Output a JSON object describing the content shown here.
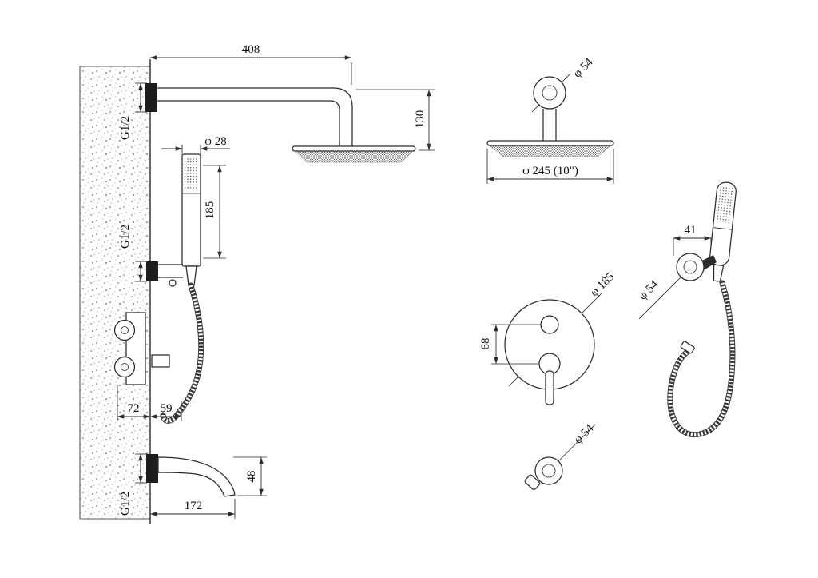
{
  "style": {
    "background": "#ffffff",
    "line_color": "#2b2b2b",
    "fill_dark": "#1d1d1d"
  },
  "labels": {
    "dim_408": "408",
    "dim_130": "130",
    "g12_arm": "G1/2",
    "dia_28": "φ 28",
    "dim_185": "185",
    "g12_bracket": "G1/2",
    "dim_72": "72",
    "dim_59": "59",
    "dim_48": "48",
    "dim_172": "172",
    "g12_spout": "G1/2",
    "dia_54_arm": "φ 54",
    "dia_245": "φ 245 (10\")",
    "dia_185": "φ 185",
    "dim_68": "68",
    "dim_41": "41",
    "dia_54_holder": "φ 54",
    "dia_54_outlet": "φ 54"
  }
}
